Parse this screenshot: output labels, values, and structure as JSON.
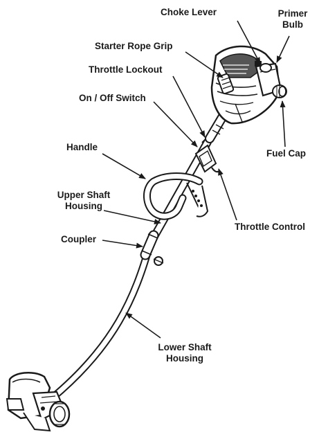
{
  "labels": {
    "choke_lever": "Choke Lever",
    "primer_bulb_1": "Primer",
    "primer_bulb_2": "Bulb",
    "starter_rope_grip": "Starter Rope Grip",
    "throttle_lockout": "Throttle Lockout",
    "on_off_switch": "On / Off Switch",
    "fuel_cap": "Fuel Cap",
    "handle": "Handle",
    "upper_shaft_1": "Upper Shaft",
    "upper_shaft_2": "Housing",
    "throttle_control": "Throttle Control",
    "coupler": "Coupler",
    "lower_shaft_1": "Lower Shaft",
    "lower_shaft_2": "Housing"
  },
  "colors": {
    "ink": "#1a1a1a",
    "fill": "#ffffff",
    "shade": "#555555"
  }
}
